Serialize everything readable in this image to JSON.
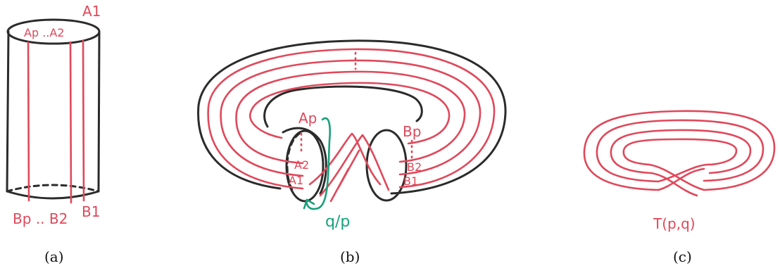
{
  "panels": [
    {
      "id": "a",
      "caption": "(a)",
      "labels": {
        "top_right": "A1",
        "top_left": "Ap ..A2",
        "bottom_left": "Bp .. B2",
        "bottom_right": "B1"
      }
    },
    {
      "id": "b",
      "caption": "(b)",
      "labels": {
        "ap": "Ap",
        "a2": "A2",
        "a1": "A1",
        "bp": "Bp",
        "b2": "B2",
        "b1": "B1",
        "twist": "q/p"
      }
    },
    {
      "id": "c",
      "caption": "(c)",
      "labels": {
        "knot": "T(p,q)"
      }
    }
  ],
  "colors": {
    "outline": "#2b2b2b",
    "strand": "#e0485a",
    "twist": "#18a07a"
  }
}
